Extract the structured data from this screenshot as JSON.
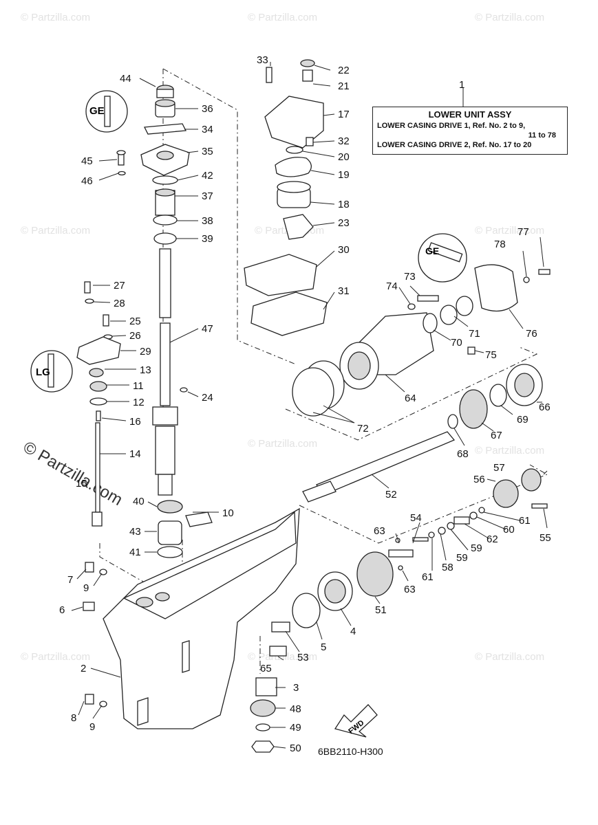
{
  "assembly_box": {
    "title": "LOWER UNIT ASSY",
    "line1": "LOWER CASING DRIVE 1,  Ref. No. 2 to 9,",
    "line1b": "11 to 78",
    "line2": "LOWER CASING DRIVE 2,  Ref. No. 17 to 20"
  },
  "figure_code": "6BB2110-H300",
  "fwd_label": "FWD",
  "watermark": {
    "small": "© Partzilla.com",
    "large": "© Partzilla.com"
  },
  "callouts": [
    "1",
    "2",
    "3",
    "4",
    "5",
    "6",
    "7",
    "8",
    "9",
    "9",
    "10",
    "11",
    "12",
    "13",
    "14",
    "15",
    "16",
    "17",
    "18",
    "19",
    "20",
    "21",
    "22",
    "23",
    "24",
    "25",
    "26",
    "27",
    "28",
    "29",
    "30",
    "31",
    "32",
    "33",
    "34",
    "35",
    "36",
    "37",
    "38",
    "39",
    "40",
    "41",
    "42",
    "43",
    "44",
    "45",
    "46",
    "47",
    "48",
    "49",
    "50",
    "51",
    "52",
    "53",
    "54",
    "55",
    "56",
    "57",
    "58",
    "59",
    "59",
    "60",
    "61",
    "61",
    "62",
    "63",
    "63",
    "64",
    "65",
    "66",
    "67",
    "68",
    "69",
    "70",
    "71",
    "72",
    "73",
    "74",
    "75",
    "76",
    "77",
    "78"
  ]
}
